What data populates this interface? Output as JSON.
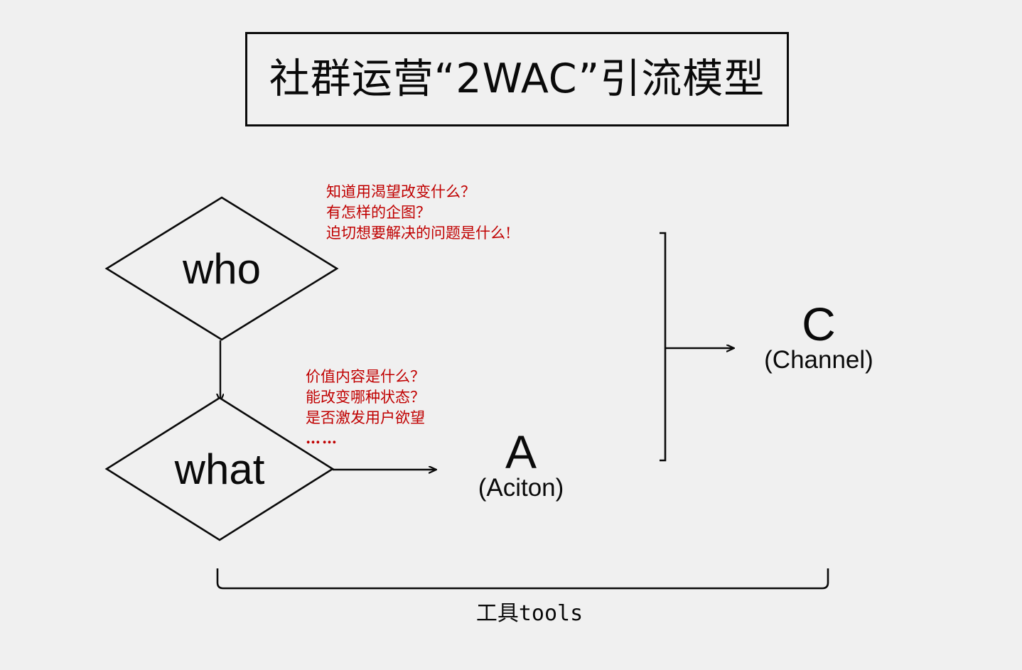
{
  "page": {
    "background_color": "#f0f0f0",
    "ink_color": "#0a0a0a",
    "accent_color": "#c00000"
  },
  "title": {
    "text": "社群运营“2WAC”引流模型"
  },
  "nodes": {
    "who": {
      "label": "who"
    },
    "what": {
      "label": "what"
    },
    "action": {
      "letter": "A",
      "sub": "(Aciton)"
    },
    "channel": {
      "letter": "C",
      "sub": "(Channel)"
    }
  },
  "annotations": {
    "who": {
      "line1": "知道用渴望改变什么？",
      "line2": "有怎样的企图？",
      "line3": "迫切想要解决的问题是什么!"
    },
    "what": {
      "line1": "价值内容是什么？",
      "line2": "能改变哪种状态？",
      "line3": "是否激发用户欲望",
      "line4": "……"
    }
  },
  "brackets": {
    "tools_caption": "工具tools"
  }
}
